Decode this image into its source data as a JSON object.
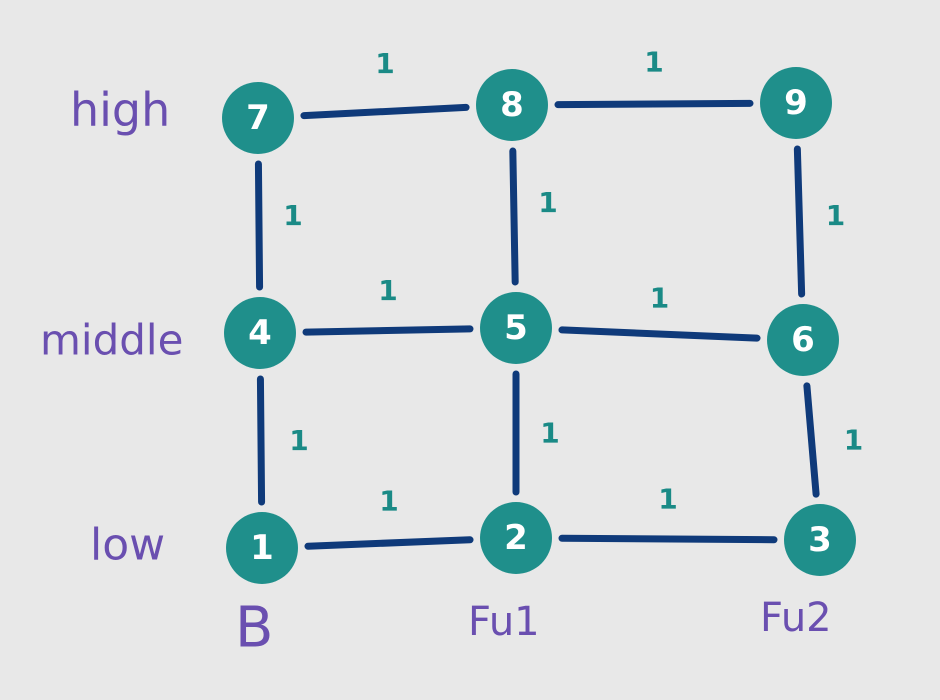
{
  "diagram": {
    "colors": {
      "background": "#e8e8e8",
      "node": "#1f8f8b",
      "edge": "#0f3a7a",
      "edge_label": "#1a8a86",
      "axis_label": "#6a4fb0"
    },
    "nodes": [
      {
        "id": "n1",
        "label": "1"
      },
      {
        "id": "n2",
        "label": "2"
      },
      {
        "id": "n3",
        "label": "3"
      },
      {
        "id": "n4",
        "label": "4"
      },
      {
        "id": "n5",
        "label": "5"
      },
      {
        "id": "n6",
        "label": "6"
      },
      {
        "id": "n7",
        "label": "7"
      },
      {
        "id": "n8",
        "label": "8"
      },
      {
        "id": "n9",
        "label": "9"
      }
    ],
    "edges": [
      {
        "from": "n7",
        "to": "n8",
        "label": "1"
      },
      {
        "from": "n8",
        "to": "n9",
        "label": "1"
      },
      {
        "from": "n4",
        "to": "n5",
        "label": "1"
      },
      {
        "from": "n5",
        "to": "n6",
        "label": "1"
      },
      {
        "from": "n1",
        "to": "n2",
        "label": "1"
      },
      {
        "from": "n2",
        "to": "n3",
        "label": "1"
      },
      {
        "from": "n7",
        "to": "n4",
        "label": "1"
      },
      {
        "from": "n4",
        "to": "n1",
        "label": "1"
      },
      {
        "from": "n8",
        "to": "n5",
        "label": "1"
      },
      {
        "from": "n5",
        "to": "n2",
        "label": "1"
      },
      {
        "from": "n9",
        "to": "n6",
        "label": "1"
      },
      {
        "from": "n6",
        "to": "n3",
        "label": "1"
      }
    ],
    "row_labels": [
      "high",
      "middle",
      "low"
    ],
    "column_labels": [
      "B",
      "Fu1",
      "Fu2"
    ]
  }
}
